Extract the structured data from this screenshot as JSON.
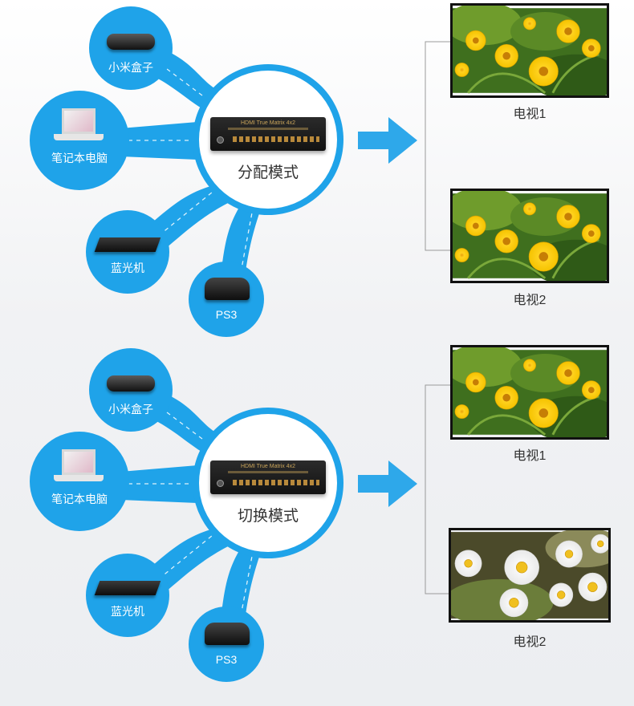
{
  "colors": {
    "accent": "#1fa3e9",
    "arrow": "#2ea8ea"
  },
  "sections": [
    {
      "mode": "分配模式",
      "device_brand": "HDMI True Matrix 4x2",
      "sources": [
        "小米盒子",
        "笔记本电脑",
        "蓝光机",
        "PS3"
      ],
      "outputs": [
        {
          "label": "电视1",
          "picture": "yellow-flowers"
        },
        {
          "label": "电视2",
          "picture": "yellow-flowers"
        }
      ]
    },
    {
      "mode": "切换模式",
      "device_brand": "HDMI True Matrix 4x2",
      "sources": [
        "小米盒子",
        "笔记本电脑",
        "蓝光机",
        "PS3"
      ],
      "outputs": [
        {
          "label": "电视1",
          "picture": "yellow-flowers"
        },
        {
          "label": "电视2",
          "picture": "white-daisies"
        }
      ]
    }
  ]
}
